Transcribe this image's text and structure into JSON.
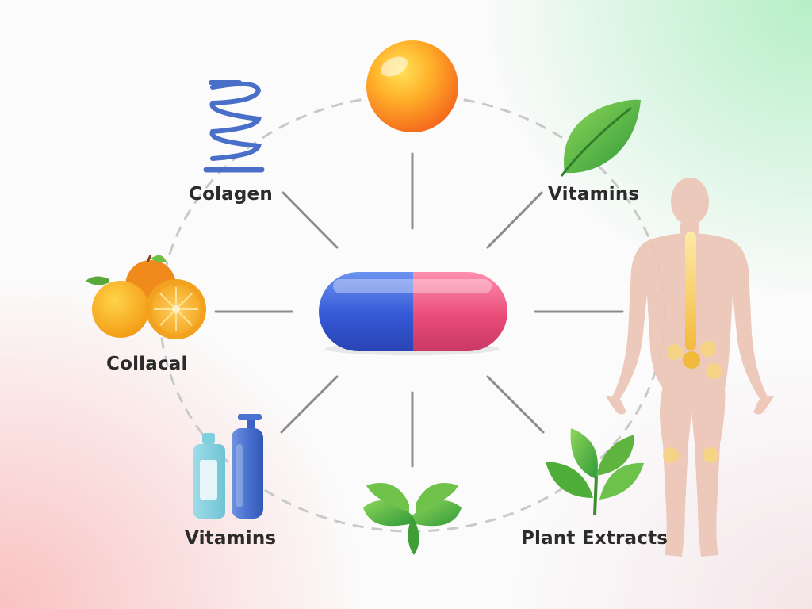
{
  "diagram": {
    "center": {
      "icon": "capsule-icon",
      "colors": [
        "#3f64d8",
        "#e8557a"
      ]
    },
    "nodes": [
      {
        "id": "colagen",
        "label": "Colagen",
        "icon": "spring-icon"
      },
      {
        "id": "orange-sphere",
        "label": "",
        "icon": "orange-sphere-icon"
      },
      {
        "id": "vitamins-leaf",
        "label": "Vitamins",
        "icon": "leaf-icon"
      },
      {
        "id": "collacal",
        "label": "Collacal",
        "icon": "citrus-fruit-icon"
      },
      {
        "id": "vitamins-bottles",
        "label": "Vitamins",
        "icon": "bottles-icon"
      },
      {
        "id": "herb",
        "label": "",
        "icon": "four-leaf-herb-icon"
      },
      {
        "id": "plant-extracts",
        "label": "Plant Extracts",
        "icon": "plant-leaves-icon"
      },
      {
        "id": "body",
        "label": "",
        "icon": "human-body-icon"
      }
    ],
    "colors": {
      "spring": "#4a6fc8",
      "sphere": "#ffa21e",
      "leaf": "#4fae3a",
      "body": "#e8bfb0",
      "spine": "#f6c640",
      "connector": "#8a8a8a",
      "dashed_ring": "#c9c9c9"
    }
  }
}
